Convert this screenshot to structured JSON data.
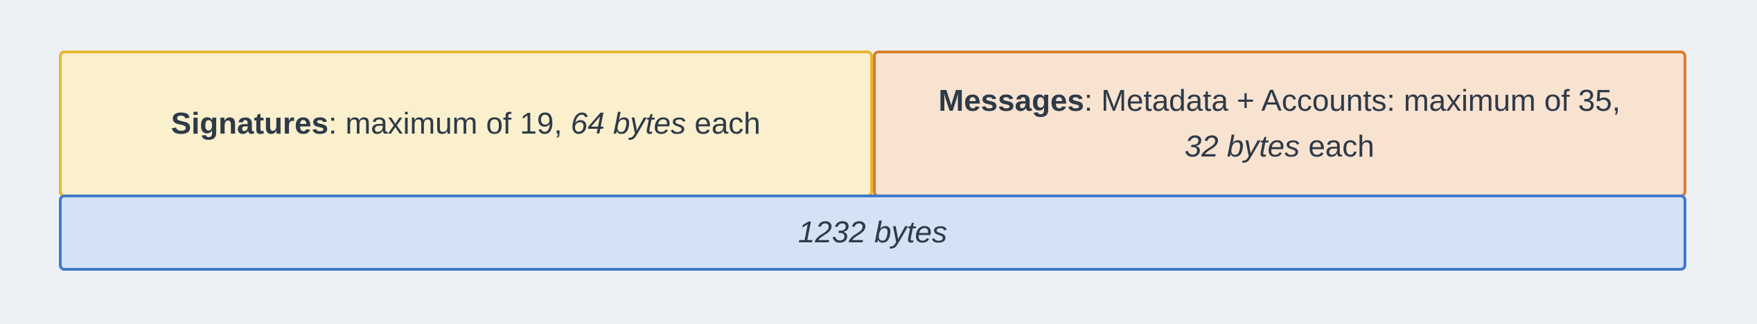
{
  "diagram": {
    "background_color": "#edf1f6",
    "text_color": "#2d3a48",
    "signatures_box": {
      "label": "Signatures",
      "text_after_label": ": maximum of 19, ",
      "italic_text": "64 bytes",
      "text_end": " each",
      "fill_color": "#faf0cd",
      "border_color": "#e9b72d"
    },
    "messages_box": {
      "label": "Messages",
      "line1_after_label": ": Metadata + Accounts: maximum of 35,",
      "line2_italic": "32 bytes",
      "line2_end": " each",
      "fill_color": "#f8e2d0",
      "border_color": "#d87d2e"
    },
    "total_bar": {
      "label_italic": "1232 bytes",
      "fill_color": "#d3e2f4",
      "border_color": "#3f78cc"
    }
  }
}
